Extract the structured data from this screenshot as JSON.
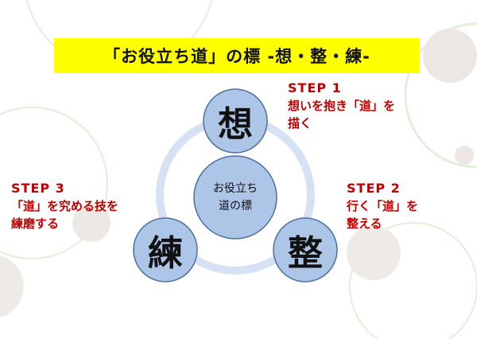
{
  "title": "「お役立ち道」の標 -想・整・練-",
  "center": {
    "line1": "お役立ち",
    "line2": "道の標"
  },
  "nodes": {
    "top": "想",
    "right": "整",
    "left": "練"
  },
  "steps": {
    "step1": {
      "head": "STEP 1",
      "line1": "想いを抱き「道」を",
      "line2": "描く"
    },
    "step2": {
      "head": "STEP 2",
      "line1": "行く「道」を",
      "line2": "整える"
    },
    "step3": {
      "head": "STEP 3",
      "line1": "「道」を究める技を",
      "line2": "練磨する"
    }
  },
  "colors": {
    "banner": "#ffff00",
    "step_text": "#c00000",
    "node_fill": "#adc5e6",
    "node_stroke": "#4a6f9e",
    "ring": "#d6e2f3",
    "decor_green": "#e3efd9",
    "decor_gray": "#e7e2df"
  }
}
